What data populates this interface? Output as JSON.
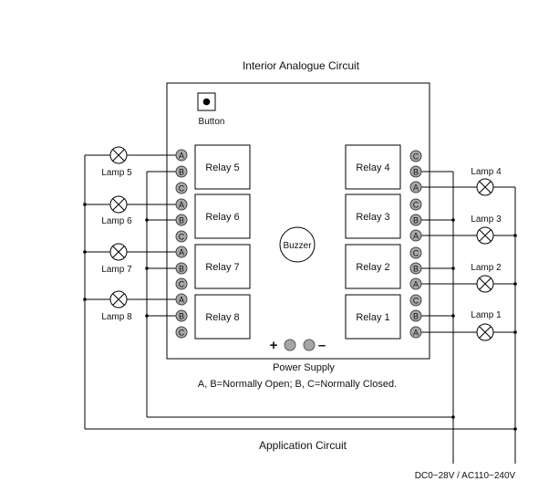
{
  "title": "Interior Analogue Circuit",
  "button_label": "Button",
  "buzzer_label": "Buzzer",
  "power_supply_label": "Power Supply",
  "plus_sign": "+",
  "minus_sign": "–",
  "legend_text": "A, B=Normally Open; B, C=Normally Closed.",
  "application_label": "Application Circuit",
  "supply_label": "DC0~28V / AC110~240V",
  "relays": {
    "relay5": "Relay 5",
    "relay6": "Relay 6",
    "relay7": "Relay 7",
    "relay8": "Relay 8",
    "relay4": "Relay 4",
    "relay3": "Relay 3",
    "relay2": "Relay 2",
    "relay1": "Relay 1"
  },
  "lamps": {
    "lamp5": "Lamp 5",
    "lamp6": "Lamp 6",
    "lamp7": "Lamp 7",
    "lamp8": "Lamp 8",
    "lamp4": "Lamp 4",
    "lamp3": "Lamp 3",
    "lamp2": "Lamp 2",
    "lamp1": "Lamp 1"
  },
  "terminals": {
    "left": {
      "relay5": [
        "A",
        "B",
        "C"
      ],
      "relay6": [
        "A",
        "B",
        "C"
      ],
      "relay7": [
        "A",
        "B",
        "C"
      ],
      "relay8": [
        "A",
        "B",
        "C"
      ]
    },
    "right": {
      "relay4": [
        "C",
        "B",
        "A"
      ],
      "relay3": [
        "C",
        "B",
        "A"
      ],
      "relay2": [
        "C",
        "B",
        "A"
      ],
      "relay1": [
        "C",
        "B",
        "A"
      ]
    }
  }
}
